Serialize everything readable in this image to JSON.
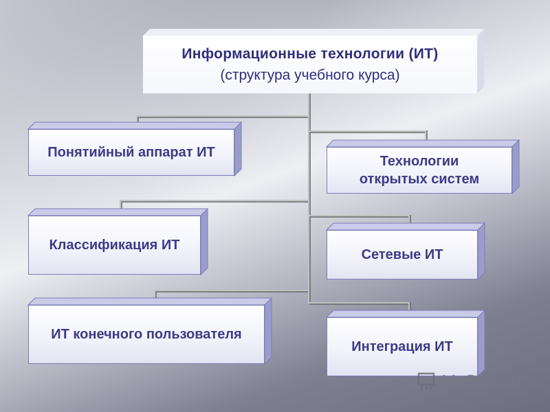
{
  "title": {
    "line1": "Информационные технологии (ИТ)",
    "line2": "(структура учебного курса)"
  },
  "nodes": {
    "concepts": "Понятийный аппарат ИТ",
    "open_systems": "Технологии открытых систем",
    "classification": "Классификация ИТ",
    "network": "Сетевые ИТ",
    "end_user": "ИТ конечного пользователя",
    "integration": "Интеграция ИТ"
  },
  "watermark": {
    "text": "MyShared"
  },
  "colors": {
    "box_text": "#3b3b86",
    "connector": "#8a8a8a",
    "box_border": "#7a7db8"
  }
}
